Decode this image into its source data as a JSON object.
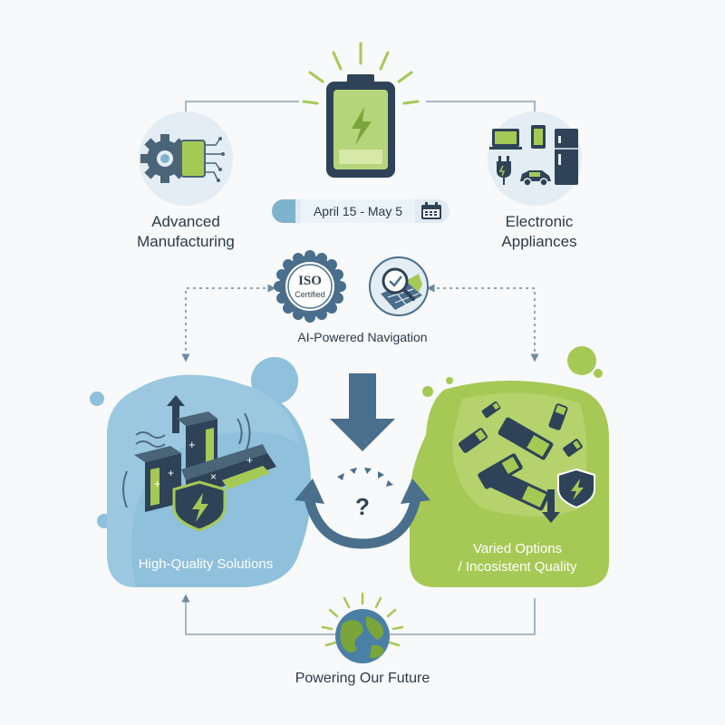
{
  "top": {
    "left_node": {
      "line1": "Advanced",
      "line2": "Manufacturing",
      "icon": "gear-chip-icon"
    },
    "center_node": {
      "icon": "charging-battery-icon",
      "date_range": "April 15 - May 5",
      "date_icon": "calendar-icon"
    },
    "right_node": {
      "line1": "Electronic",
      "line2": "Appliances",
      "icon": "appliances-icon"
    }
  },
  "middle": {
    "badge": {
      "line1": "ISO",
      "line2": "Certified",
      "icon": "iso-badge-icon"
    },
    "search_icon": "magnify-solar-icon",
    "caption": "AI-Powered Navigation"
  },
  "left_blob": {
    "label": "High-Quality Solutions",
    "color": "#8fc0dc",
    "icon": "battery-stack-shield-icon"
  },
  "right_blob": {
    "line1": "Varied Options",
    "line2": "/ Incosistent Quality",
    "color": "#a8cc5a",
    "icon": "scattered-batteries-icon"
  },
  "center": {
    "symbol": "?"
  },
  "bottom": {
    "label": "Powering Our Future",
    "icon": "globe-icon"
  },
  "colors": {
    "blue": "#7fb2cc",
    "dark_blue": "#4a6f8c",
    "green": "#a6c956",
    "navy": "#2e4357"
  }
}
